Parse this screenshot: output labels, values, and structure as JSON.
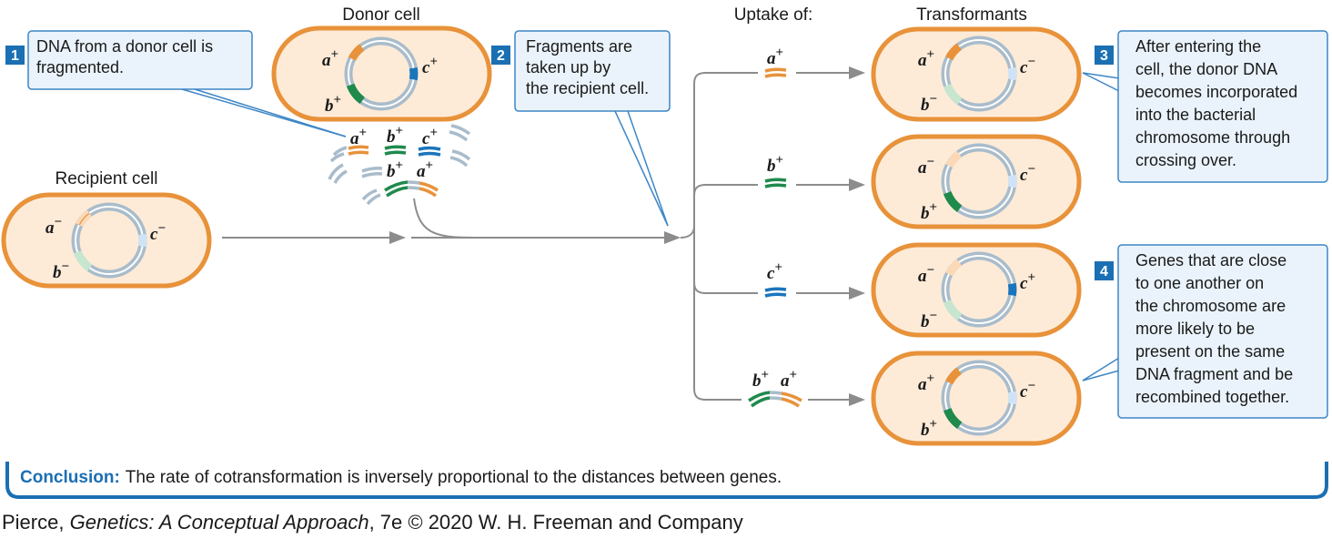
{
  "titles": {
    "donor": "Donor cell",
    "recipient": "Recipient cell",
    "uptake": "Uptake of:",
    "transformants": "Transformants"
  },
  "genes": {
    "a": "a",
    "b": "b",
    "c": "c",
    "plus": "+",
    "minus": "−"
  },
  "steps": [
    {
      "number": "1",
      "lines": [
        "DNA from a donor cell is",
        "fragmented."
      ]
    },
    {
      "number": "2",
      "lines": [
        "Fragments are",
        "taken up by",
        "the recipient cell."
      ]
    },
    {
      "number": "3",
      "lines": [
        "After entering the",
        "cell, the donor DNA",
        "becomes incorporated",
        "into the bacterial",
        "chromosome through",
        "crossing over."
      ]
    },
    {
      "number": "4",
      "lines": [
        "Genes that are close",
        "to one another on",
        "the chromosome are",
        "more likely to be",
        "present on the same",
        "DNA fragment and be",
        "recombined together."
      ]
    }
  ],
  "conclusion": {
    "label": "Conclusion:",
    "text": "The rate of cotransformation is inversely proportional to the distances between genes."
  },
  "credit": {
    "author": "Pierce, ",
    "book": "Genetics: A Conceptual Approach",
    "rest": ", 7e © 2020 W. H. Freeman and Company"
  },
  "colors": {
    "cell_border": "#e8923a",
    "cell_fill": "#fdebd8",
    "dna": "#a9bccb",
    "gene_a": "#e8923a",
    "gene_b": "#1f8a4c",
    "gene_c": "#1b75bc",
    "callout_border": "#3d86c6",
    "callout_fill": "#eaf3fb",
    "arrow": "#8c8c8c"
  }
}
